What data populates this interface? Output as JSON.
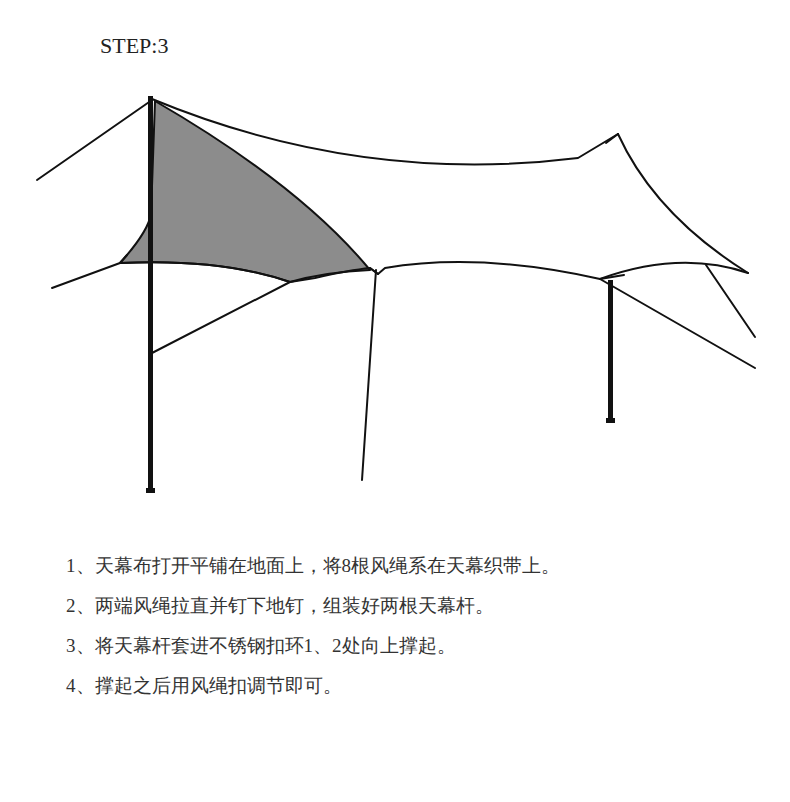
{
  "diagram": {
    "title": "STEP:3",
    "labels": [
      "1、天幕布打开平铺在地面上，将8根风绳系在天幕织带上。",
      "2、两端风绳拉直并钉下地钉，组装好两根天幕杆。",
      "3、将天幕杆套进不锈钢扣环1、2处向上撑起。",
      "4、撑起之后用风绳扣调节即可。"
    ]
  }
}
